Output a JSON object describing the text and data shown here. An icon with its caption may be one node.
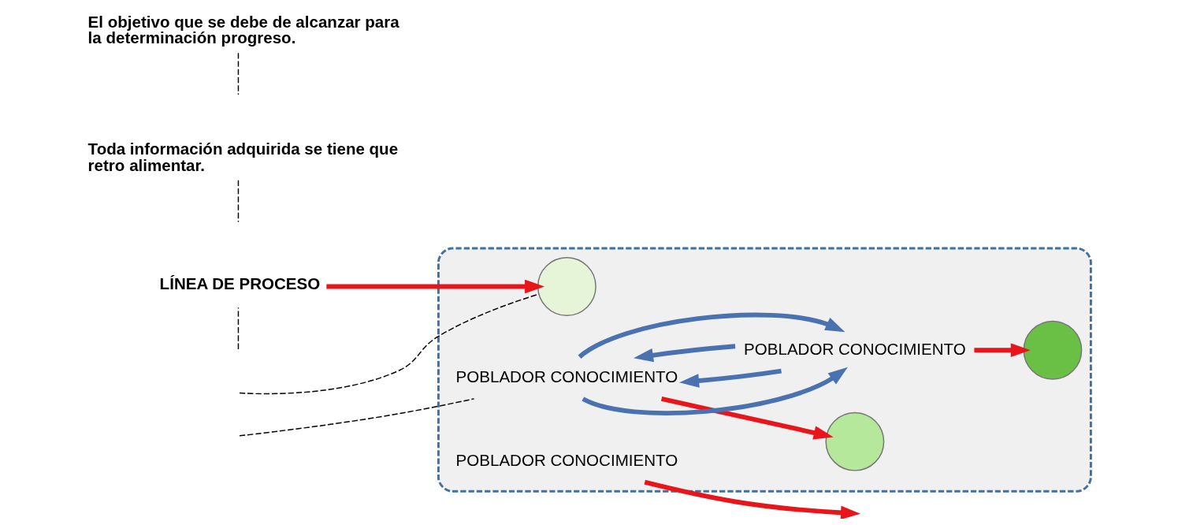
{
  "diagram": {
    "nodes": [
      {
        "text": [],
        "shape": "box"
      },
      {
        "text": [
          "LÍNEA DE PROCESO"
        ]
      },
      {
        "text": [],
        "shape": "circle",
        "in": 0
      },
      {
        "text": [
          "POBLADOR CONOCIMIENTO"
        ],
        "in": 0
      },
      {
        "text": [],
        "shape": "circle",
        "in": 0
      },
      {
        "text": [
          "POBLADOR CONOCIMIENTO"
        ],
        "in": 0
      },
      {
        "text": [],
        "shape": "circle",
        "in": 0
      },
      {
        "text": [
          "POBLADOR CONOCIMIENTO"
        ],
        "in": 0
      },
      {
        "text": [
          "Toda información adquirida se tiene que retro alimentar."
        ]
      },
      {
        "text": [
          "El objetivo que se debe de alcanzar para la determinación progreso."
        ]
      }
    ],
    "edges": [
      {
        "from": 1,
        "to": 2,
        "arrow": "to",
        "color": "#e8161b"
      },
      {
        "from": 3,
        "to": 4,
        "arrow": "to",
        "color": "#e8161b"
      },
      {
        "from": 5,
        "to": 6,
        "arrow": "to",
        "color": "#e8161b"
      },
      {
        "from": 7,
        "to": null,
        "arrow": "to",
        "color": "#e8161b"
      },
      {
        "from": 5,
        "to": 3,
        "arrow": "to",
        "color": "#4a72b0"
      },
      {
        "from": 3,
        "to": 5,
        "arrow": "to",
        "color": "#4a72b0"
      },
      {
        "from": 5,
        "to": 3,
        "arrow": "to",
        "color": "#4a72b0"
      },
      {
        "from": 3,
        "to": 5,
        "arrow": "to",
        "color": "#4a72b0"
      },
      {
        "from": null,
        "to": 1,
        "arrow": "none",
        "style": "dashed"
      },
      {
        "from": null,
        "to": 2,
        "arrow": "none",
        "style": "dashed"
      },
      {
        "from": null,
        "to": 3,
        "arrow": "none",
        "style": "dashed"
      },
      {
        "from": 8,
        "to": null,
        "arrow": "none",
        "style": "dashed"
      },
      {
        "from": 9,
        "to": null,
        "arrow": "none",
        "style": "dashed"
      }
    ]
  }
}
